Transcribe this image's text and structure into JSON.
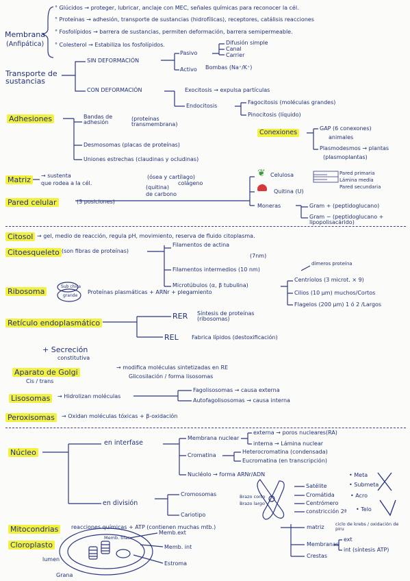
{
  "membrana": {
    "title": "Membrana",
    "subtitle": "(Anfipática)",
    "items": [
      "° Glúcidos → proteger, lubricar, anclaje con MEC, señales químicas para reconocer la cél.",
      "° Proteínas → adhesión, transporte de sustancias (hidrofílicas), receptores, catálisis reacciones",
      "° Fosfolípidos → barrera de sustancias, permiten deformación, barrera semipermeable.",
      "° Colesterol → Estabiliza los fosfolípidos."
    ]
  },
  "transporte": {
    "title": "Transporte de sustancias",
    "sin": "SIN DEFORMACIÓN",
    "pasivo": "Pasivo",
    "difusion": "Difusión simple",
    "canal": "Canal",
    "carrier": "Carrier",
    "activo": "Activo",
    "bombas": "Bombas (Na⁺/K⁺)",
    "con": "CON DEFORMACIÓN",
    "exocitosis": "Exocitosis → expulsa partículas",
    "endocitosis": "Endocitosis",
    "fagocitosis": "Fagocitosis (moléculas grandes)",
    "pinocitosis": "Pinocitosis (líquido)"
  },
  "adhesiones": {
    "title": "Adhesiones",
    "bandas": "Bandas de adhesión",
    "bandas_note": "(proteínas transmembrana)",
    "desmosomas": "Desmosomas (placas de proteínas)",
    "uniones": "Uniones estrechas (claudinas y ocludinas)",
    "conexiones": "Conexiones",
    "gap": "GAP (6 conexones)",
    "gap_note": "animales",
    "plasmo": "Plasmodesmos → plantas",
    "plasmo_note": "(plasmoplantas)"
  },
  "matriz": {
    "title": "Matriz",
    "desc1": "→ sustenta",
    "desc2": "que rodea a la cél.",
    "note1": "(ósea y cartílago)",
    "note2": "colágeno",
    "note3": "(quitina)",
    "note4": "de carbono",
    "pared": "Pared celular",
    "pared_note": "(3 posiciones)",
    "celulosa": "Celulosa",
    "pared_primaria": "Pared primaria",
    "lamina": "Lámina media",
    "pared_sec": "Pared secundaria",
    "quitina": "Quitina (U)",
    "moneras": "Moneras",
    "gram_pos": "Gram + (peptidoglucano)",
    "gram_neg": "Gram − (peptidoglucano + lipopolisacárido)"
  },
  "citosol": {
    "title": "Citosol",
    "desc": "→ gel, medio de reacción, regula pH, movimiento, reserva de fluido citoplasma."
  },
  "citoesqueleto": {
    "title": "Citoesqueleto",
    "note": "(son fibras de proteínas)",
    "actina": "Filamentos de actina",
    "actina_size": "(7nm)",
    "intermedios": "Filamentos intermedios (10 nm)",
    "intermedios_note": "dímeros proteína",
    "microtubulos": "Microtúbulos (α, β tubulina)",
    "centriolos": "Centríolos (3 microt. × 9)",
    "cilios": "Cilios (10 µm) muchos/Cortos",
    "flagelos": "Flagelos (200 µm) 1 ó 2 /Largos"
  },
  "ribosoma": {
    "title": "Ribosoma",
    "sub_chica": "Sub chica",
    "sub_grande": "grande",
    "desc": "Proteínas plasmáticas + ARNr + plegamiento"
  },
  "reticulo": {
    "title": "Retículo endoplasmático",
    "rer": "RER",
    "rer_note": "Síntesis de proteínas (ribosomas)",
    "rel": "REL",
    "rel_note": "Fabrica lípidos (destoxificación)"
  },
  "secrecion": {
    "title": "+ Secreción",
    "sub": "constitutiva"
  },
  "golgi": {
    "title": "Aparato de Golgi",
    "sub": "Cis / trans",
    "desc1": "→ modifica moléculas sintetizadas en RE",
    "desc2": "Glicosilación / forma lisosomas"
  },
  "lisosomas": {
    "title": "Lisosomas",
    "desc": "→ Hidrolizan moléculas",
    "fago": "Fagolisosomas → causa externa",
    "auto": "Autofagolisosomas → causa interna"
  },
  "peroxisomas": {
    "title": "Peroxisomas",
    "desc": "→ Oxidan moléculas tóxicas + β-oxidación"
  },
  "nucleo": {
    "title": "Núcleo",
    "interfase": "en interfase",
    "membrana": "Membrana nuclear",
    "externa": "externa → poros nucleares(RA)",
    "interna": "interna → Lámina nuclear",
    "cromatina": "Cromatina",
    "hetero": "Heterocromatina (condensada)",
    "eu": "Eucromatina (en transcripción)",
    "nucleolo": "Nucléolo → forma ARNr/ADN",
    "division": "en división",
    "cromosomas": "Cromosomas",
    "cariotipo": "Cariotipo",
    "brazo_corto": "Brazo corto",
    "brazo_largo": "Brazo largo",
    "satelite": "Satélite",
    "cromatida": "Cromátida",
    "centromero": "Centrómero",
    "constriccion": "constricción 2ª",
    "meta": "• Meta",
    "submeta": "• Submeta",
    "acro": "• Acro",
    "telo": "• Telo"
  },
  "mitocondrias": {
    "title": "Mitocondrias",
    "desc": "reacciones químicas + ATP (contienen muchas mtb.)",
    "matriz": "matriz",
    "matriz_note": "ciclo de krebs / oxidación de piru",
    "membranas": "Membranas",
    "ext": "ext",
    "int": "int (síntesis ATP)",
    "crestas": "Crestas"
  },
  "cloroplasto": {
    "title": "Cloroplasto",
    "memb_ext": "Memb.ext",
    "memb_int": "Memb. int",
    "estroma": "Estroma",
    "memb_tilac": "Memb. tilac",
    "lumen": "lumen",
    "grana": "Grana"
  },
  "colors": {
    "ink": "#1f2f7a",
    "highlight": "#f2f040",
    "green": "#3c9a3c",
    "red": "#d83838"
  }
}
